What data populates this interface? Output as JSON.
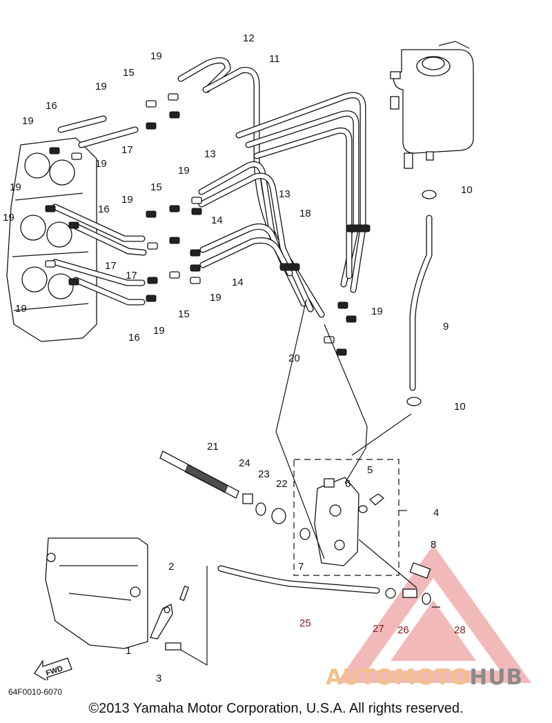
{
  "diagram": {
    "drawing_code": "64F0010-6070",
    "copyright": "©2013 Yamaha Motor Corporation, U.S.A. All rights reserved.",
    "fwd_label": "FWD",
    "watermark": {
      "part1": "AUTOMOTO",
      "part2": "HUB",
      "color_light": "#f3c08a",
      "color_dark": "#8a8a8a",
      "triangle_color": "#e98080"
    },
    "callouts": [
      "1",
      "2",
      "3",
      "4",
      "5",
      "6",
      "7",
      "8",
      "9",
      "10",
      "10",
      "11",
      "12",
      "13",
      "13",
      "14",
      "14",
      "15",
      "15",
      "15",
      "16",
      "16",
      "16",
      "17",
      "17",
      "17",
      "18",
      "19",
      "19",
      "19",
      "19",
      "19",
      "19",
      "19",
      "19",
      "19",
      "19",
      "19",
      "19",
      "20",
      "21",
      "22",
      "23",
      "24",
      "25",
      "26",
      "27",
      "28"
    ]
  }
}
